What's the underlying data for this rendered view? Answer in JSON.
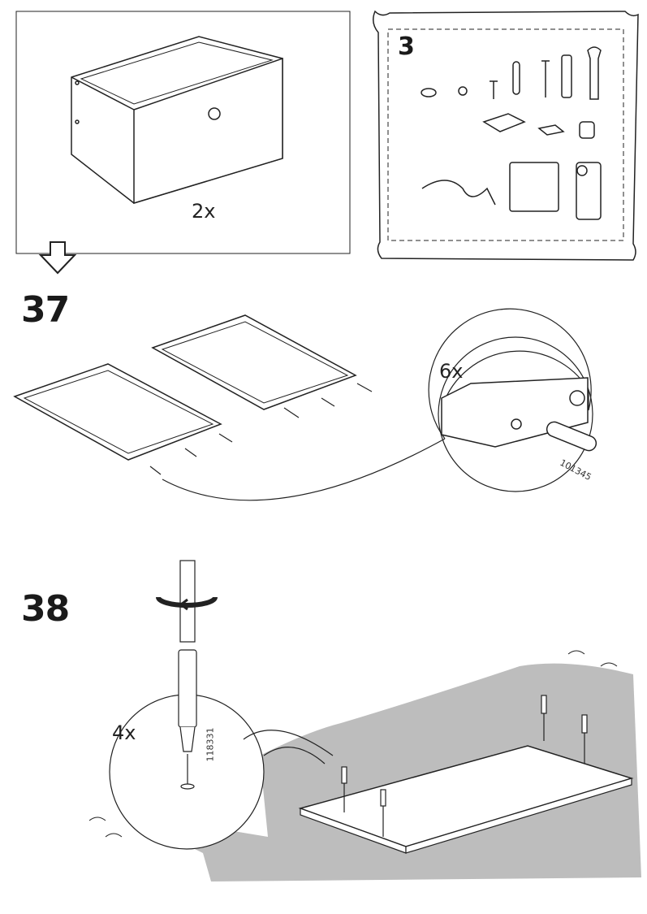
{
  "drawer_panel": {
    "quantity": "2x"
  },
  "bag_panel": {
    "bag_number": "3"
  },
  "steps": [
    {
      "number": "37",
      "detail_quantity": "6x",
      "part_number": "101345"
    },
    {
      "number": "38",
      "detail_quantity": "4x",
      "part_number": "118331"
    }
  ],
  "colors": {
    "ink": "#222222",
    "floor": "#bdbdbd"
  }
}
